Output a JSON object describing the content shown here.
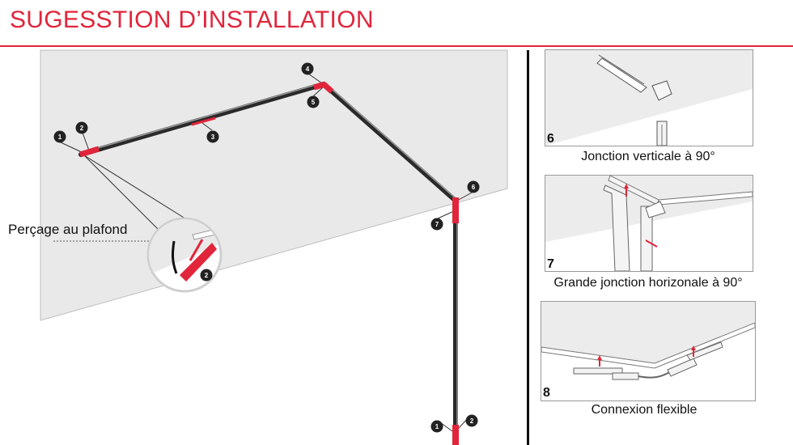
{
  "title": "SUGESSTION D’INSTALLATION",
  "callout_label": "Perçage au plafond",
  "markers": {
    "m1a": "1",
    "m2a": "2",
    "m3": "3",
    "m4": "4",
    "m5": "5",
    "m6": "6",
    "m7": "7",
    "m1b": "1",
    "m2b": "2",
    "m2c": "2"
  },
  "panels": [
    {
      "number": "6",
      "caption": "Jonction verticale à 90°"
    },
    {
      "number": "7",
      "caption": "Grande jonction horizonale à 90°"
    },
    {
      "number": "8",
      "caption": "Connexion flexible"
    }
  ],
  "colors": {
    "accent": "#e1253b",
    "ceiling": "#e9e9e9",
    "rail": "#2a2a2a"
  }
}
